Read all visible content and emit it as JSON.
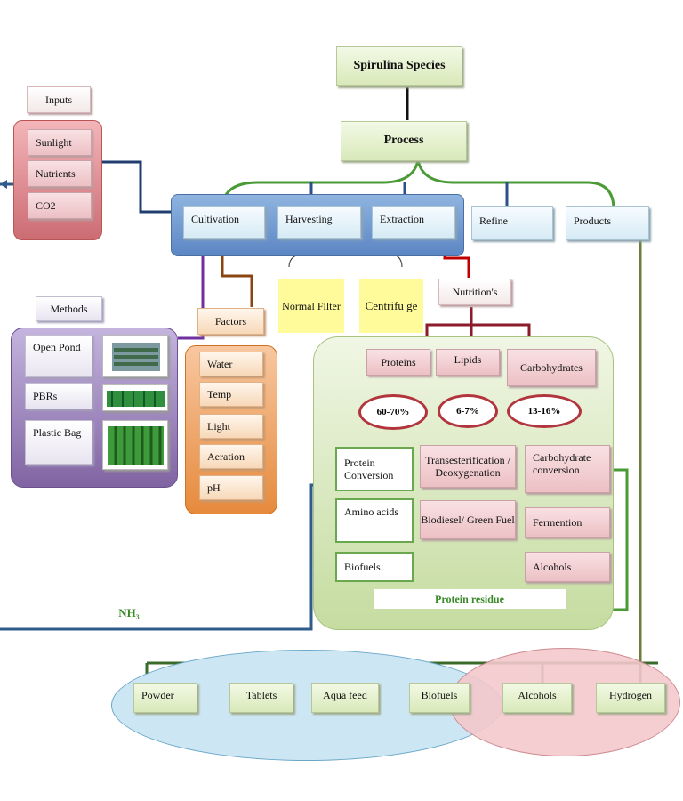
{
  "nodes": {
    "species": "Spirulina Species",
    "process": "Process",
    "inputs": "Inputs",
    "sunlight": "Sunlight",
    "nutrients": "Nutrients",
    "co2": "CO2",
    "cultivation": "Cultivation",
    "harvesting": "Harvesting",
    "extraction": "Extraction",
    "refine": "Refine",
    "products": "Products",
    "normal_filter": "Normal Filter",
    "centrifuge": "Centrifu ge",
    "nutritions": "Nutrition's",
    "methods": "Methods",
    "open_pond": "Open Pond",
    "pbrs": "PBRs",
    "plastic_bag": "Plastic Bag",
    "factors": "Factors",
    "water": "Water",
    "temp": "Temp",
    "light": "Light",
    "aeration": "Aeration",
    "ph": "pH",
    "proteins": "Proteins",
    "lipids": "Lipids",
    "carbohydrates": "Carbohydrates",
    "pct_proteins": "60-70%",
    "pct_lipids": "6-7%",
    "pct_carbs": "13-16%",
    "protein_conversion": "Protein Conversion",
    "amino_acids": "Amino acids",
    "biofuels_inner": "Biofuels",
    "transesterification": "Transesterification / Deoxygenation",
    "biodiesel": "Biodiesel/ Green Fuel",
    "carb_conversion": "Carbohydrate conversion",
    "fermention": "Fermention",
    "alcohols_inner": "Alcohols",
    "protein_residue": "Protein residue",
    "nh3": "NH₃"
  },
  "outputs": [
    "Powder",
    "Tablets",
    "Aqua feed",
    "Biofuels",
    "Alcohols",
    "Hydrogen"
  ],
  "colors": {
    "navy": "#2f4f8a",
    "green": "#4a9a35",
    "red": "#c00000",
    "purple": "#7030a0",
    "brown": "#8b4513"
  }
}
